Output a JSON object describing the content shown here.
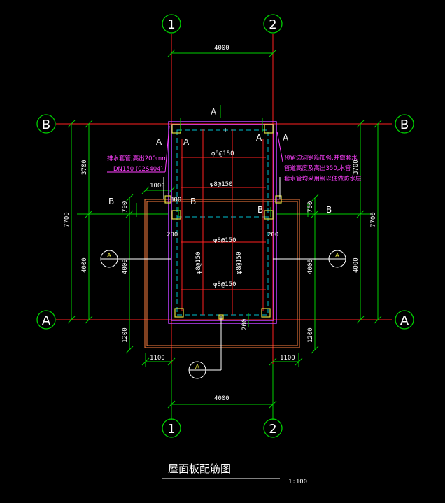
{
  "drawing": {
    "title": "屋面板配筋图",
    "scale": "1:100"
  },
  "axes": {
    "axis_1": "1",
    "axis_2": "2",
    "axis_A": "A",
    "axis_B": "B"
  },
  "dimensions": {
    "span_top": "4000",
    "span_bottom": "4000",
    "left_total": "7700",
    "left_upper": "3700",
    "left_lower": "4000",
    "right_total": "7700",
    "right_upper": "3700",
    "right_lower": "4000",
    "overhang_left": "1200",
    "overhang_right": "1200",
    "step_left_top": "1000",
    "step_300": "300",
    "step_700_left": "700",
    "step_700_right": "700",
    "d200_left": "200",
    "d200_right": "200",
    "d200_bottom": "200",
    "inner_left_4000": "4000",
    "inner_right_4000": "4000",
    "bottom_left_1100": "1100",
    "bottom_right_1100": "1100"
  },
  "rebar": {
    "r1": "φ8@150",
    "r2": "φ8@150",
    "r3": "φ8@150",
    "r4": "φ8@150",
    "r5": "φ8@150",
    "r6": "φ8@150"
  },
  "sections": {
    "a": "A",
    "b": "B"
  },
  "notes": {
    "left_line1": "排水套管,高出200mm",
    "left_line2": "DN150 (02S404)",
    "right_line1": "预留边洞钢筋加强,并做套水",
    "right_line2": "管道高度及高出350,水管",
    "right_line3": "套水管均采用钢以便做防水层"
  }
}
